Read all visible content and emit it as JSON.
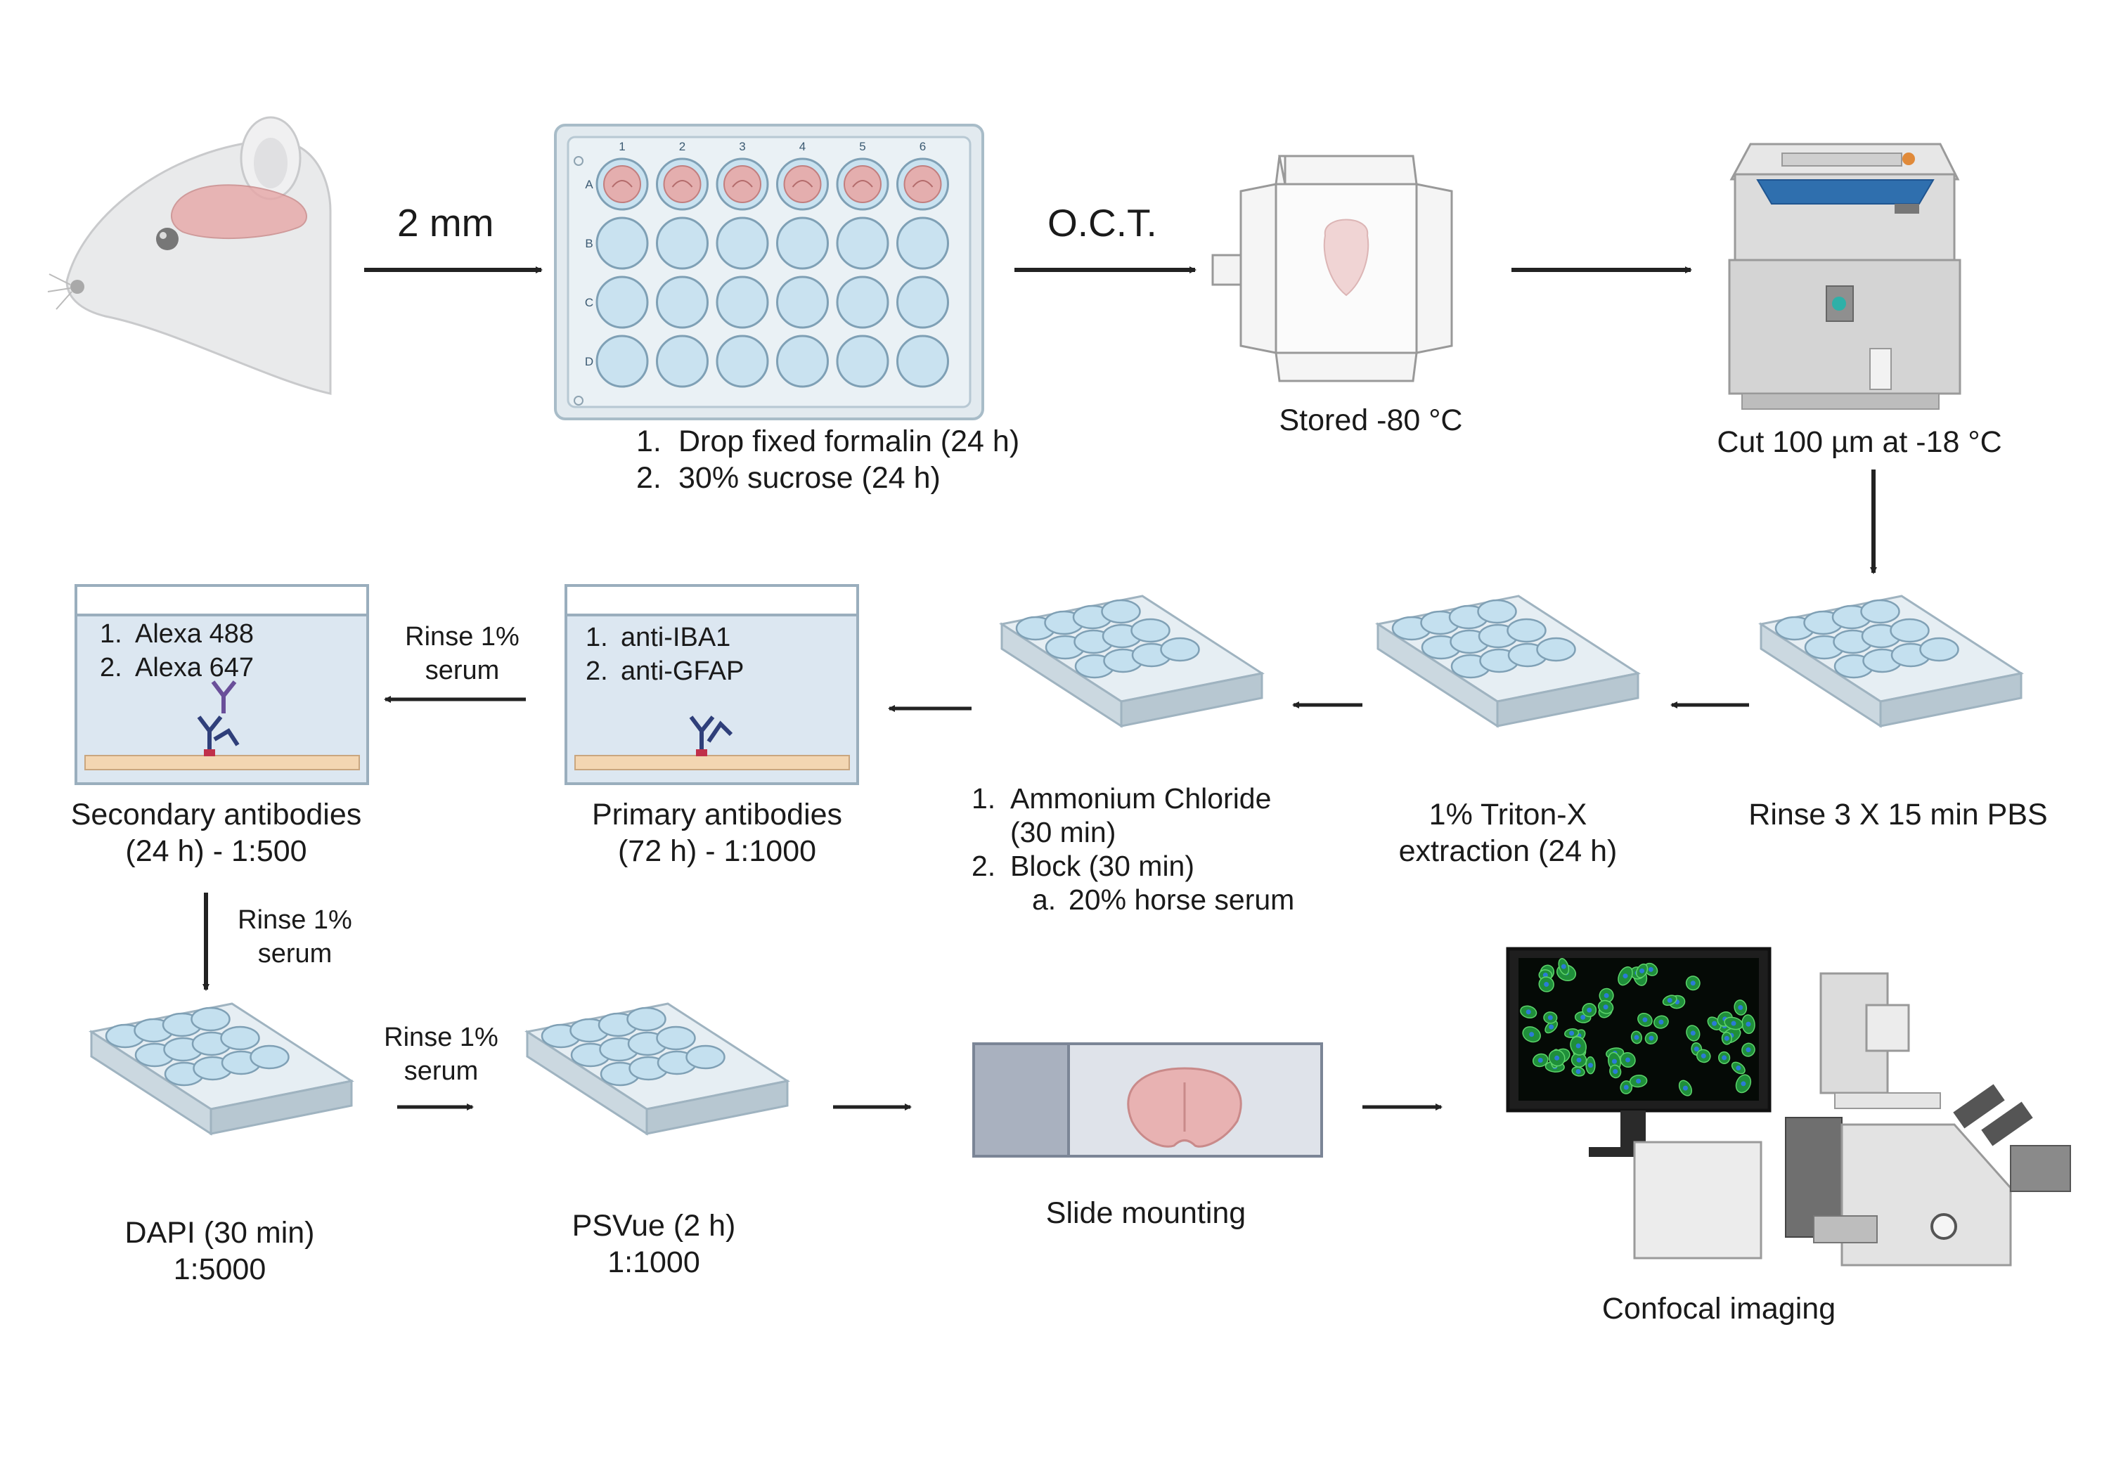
{
  "plate": {
    "columns": [
      "1",
      "2",
      "3",
      "4",
      "5",
      "6"
    ],
    "rows": [
      "A",
      "B",
      "C",
      "D"
    ]
  },
  "arrows": {
    "slice_thickness": "2 mm",
    "embedding": "O.C.T."
  },
  "steps": {
    "fixation": [
      "Drop fixed formalin (24 h)",
      "30% sucrose (24 h)"
    ],
    "storage": "Stored -80 °C",
    "cutting": "Cut 100 µm at -18 °C",
    "rinse_pbs": "Rinse 3 X 15 min PBS",
    "triton": [
      "1% Triton-X",
      "extraction (24 h)"
    ],
    "block": {
      "item1": [
        "Ammonium Chloride",
        "(30 min)"
      ],
      "item2": "Block (30 min)",
      "sub": "20% horse serum"
    },
    "primary": {
      "list": [
        "anti-IBA1",
        "anti-GFAP"
      ],
      "caption": [
        "Primary antibodies",
        "(72 h) - 1:1000"
      ]
    },
    "rinse_serum_1": [
      "Rinse 1%",
      "serum"
    ],
    "secondary": {
      "list": [
        "Alexa 488",
        "Alexa 647"
      ],
      "caption": [
        "Secondary antibodies",
        "(24 h) - 1:500"
      ]
    },
    "rinse_serum_2": [
      "Rinse 1%",
      "serum"
    ],
    "dapi": [
      "DAPI (30 min)",
      "1:5000"
    ],
    "rinse_serum_3": [
      "Rinse 1%",
      "serum"
    ],
    "psvue": [
      "PSVue (2 h)",
      "1:1000"
    ],
    "mounting": "Slide mounting",
    "imaging": "Confocal imaging"
  }
}
